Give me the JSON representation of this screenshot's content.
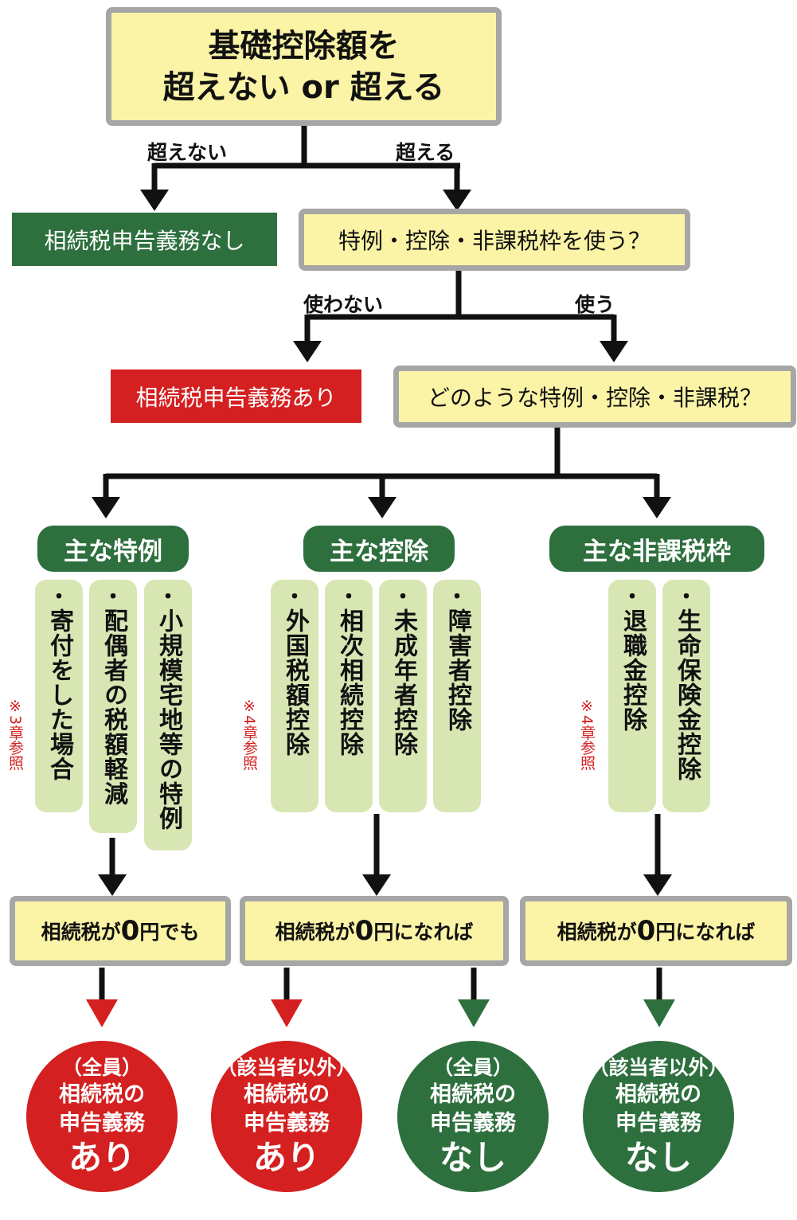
{
  "top": {
    "line1": "基礎控除額を",
    "line2": "超えない or 超える"
  },
  "branch1": {
    "left_label": "超えない",
    "right_label": "超える"
  },
  "no_duty_box": "相続税申告義務なし",
  "q2": "特例・控除・非課税枠を使う？",
  "branch2": {
    "left_label": "使わない",
    "right_label": "使う"
  },
  "duty_box": "相続税申告義務あり",
  "q3": "どのような特例・控除・非課税？",
  "categories": [
    {
      "title": "主な特例",
      "note": "※3章参照",
      "items": [
        "寄付をした場合",
        "配偶者の税額軽減",
        "小規模宅地等の特例"
      ]
    },
    {
      "title": "主な控除",
      "note": "※4章参照",
      "items": [
        "外国税額控除",
        "相次相続控除",
        "未成年者控除",
        "障害者控除"
      ]
    },
    {
      "title": "主な非課税枠",
      "note": "※4章参照",
      "items": [
        "退職金控除",
        "生命保険金控除"
      ]
    }
  ],
  "bullet": "・",
  "conditions": [
    {
      "prefix": "相続税が",
      "zero": "0",
      "suffix": "円でも"
    },
    {
      "prefix": "相続税が",
      "zero": "0",
      "suffix": "円になれば"
    },
    {
      "prefix": "相続税が",
      "zero": "0",
      "suffix": "円になれば"
    }
  ],
  "results": [
    {
      "top": "（全員）",
      "line1": "相続税の",
      "line2": "申告義務",
      "big": "あり",
      "color": "#d42020"
    },
    {
      "top": "（該当者以外）",
      "line1": "相続税の",
      "line2": "申告義務",
      "big": "あり",
      "color": "#d42020"
    },
    {
      "top": "（全員）",
      "line1": "相続税の",
      "line2": "申告義務",
      "big": "なし",
      "color": "#2e6f3e"
    },
    {
      "top": "（該当者以外）",
      "line1": "相続税の",
      "line2": "申告義務",
      "big": "なし",
      "color": "#2e6f3e"
    }
  ]
}
